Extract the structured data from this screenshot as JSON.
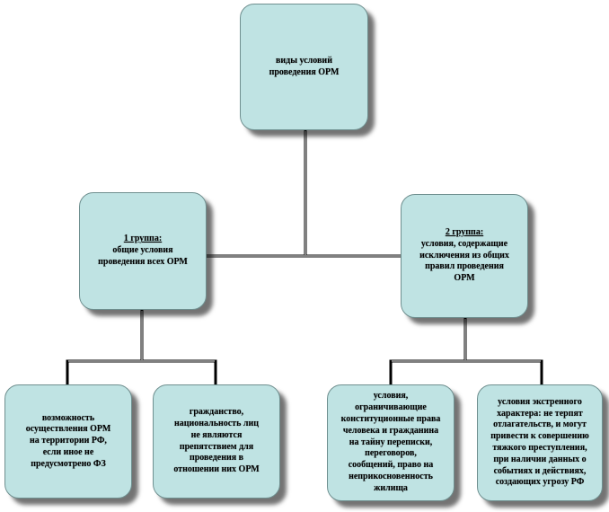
{
  "nodes": {
    "root": {
      "lines": [
        "виды условий",
        "проведения ОРМ"
      ]
    },
    "group1": {
      "heading": "1 группа:",
      "lines": [
        "общие условия",
        "проведения всех ОРМ"
      ]
    },
    "group2": {
      "heading": "2 группа:",
      "lines": [
        "условия, содержащие",
        "исключения из общих",
        "правил проведения",
        "ОРМ"
      ]
    },
    "leaf1": {
      "lines": [
        "возможность",
        "осуществления ОРМ",
        "на территории РФ,",
        "если иное не",
        "предусмотрено ФЗ"
      ]
    },
    "leaf2": {
      "lines": [
        "гражданство,",
        "национальность лиц",
        "не являются",
        "препятствием для",
        "проведения в",
        "отношении них ОРМ"
      ]
    },
    "leaf3": {
      "lines": [
        "условия,",
        "ограничивающие",
        "конституционные права",
        "человека и гражданина",
        "на тайну переписки,",
        "переговоров,",
        "сообщений, право на",
        "неприкосновенность",
        "жилища"
      ]
    },
    "leaf4": {
      "lines": [
        "условия экстренного",
        "характера: не терпят",
        "отлагательств, и могут",
        "привести к совершению",
        "тяжкого преступления,",
        "при наличии данных о",
        "событиях и действиях,",
        "создающих угрозу РФ"
      ]
    }
  },
  "colors": {
    "box_fill": "#bfe3e3",
    "box_border": "#6f8f8f",
    "connector": "#000000"
  }
}
